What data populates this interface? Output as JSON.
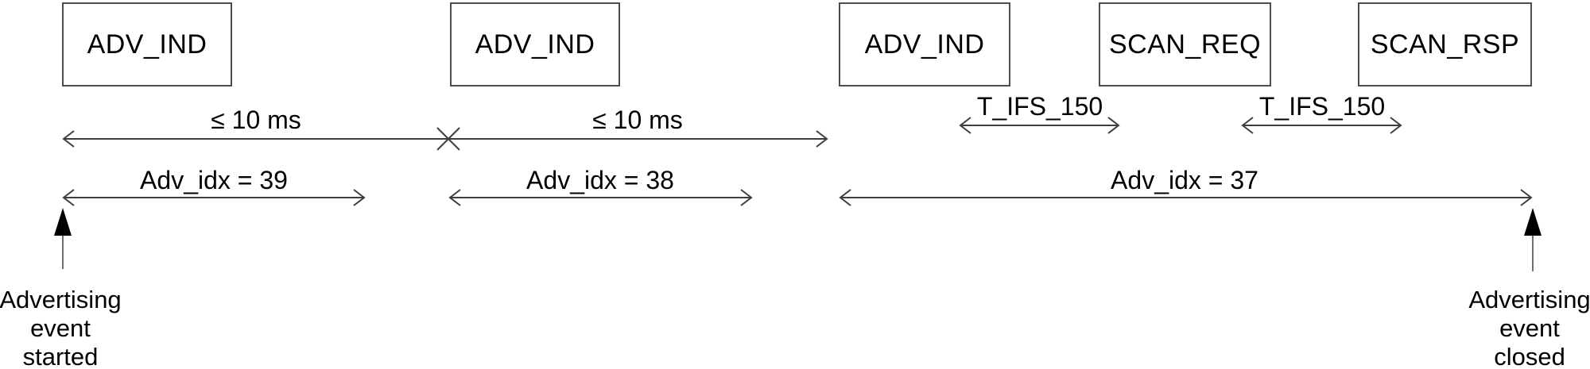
{
  "packets": [
    {
      "label": "ADV_IND"
    },
    {
      "label": "ADV_IND"
    },
    {
      "label": "ADV_IND"
    },
    {
      "label": "SCAN_REQ"
    },
    {
      "label": "SCAN_RSP"
    }
  ],
  "intervals": {
    "adv_delay_1": "≤ 10 ms",
    "adv_delay_2": "≤ 10 ms",
    "tifs_1": "T_IFS_150",
    "tifs_2": "T_IFS_150",
    "adv_idx_39": "Adv_idx = 39",
    "adv_idx_38": "Adv_idx = 38",
    "adv_idx_37": "Adv_idx = 37"
  },
  "markers": {
    "start": {
      "line1": "Advertising",
      "line2": "event",
      "line3": "started"
    },
    "end": {
      "line1": "Advertising",
      "line2": "event",
      "line3": "closed"
    }
  },
  "colors": {
    "line": "#3f3f3f",
    "text": "#000000",
    "box_border": "#4d4d4d",
    "background": "#ffffff"
  }
}
